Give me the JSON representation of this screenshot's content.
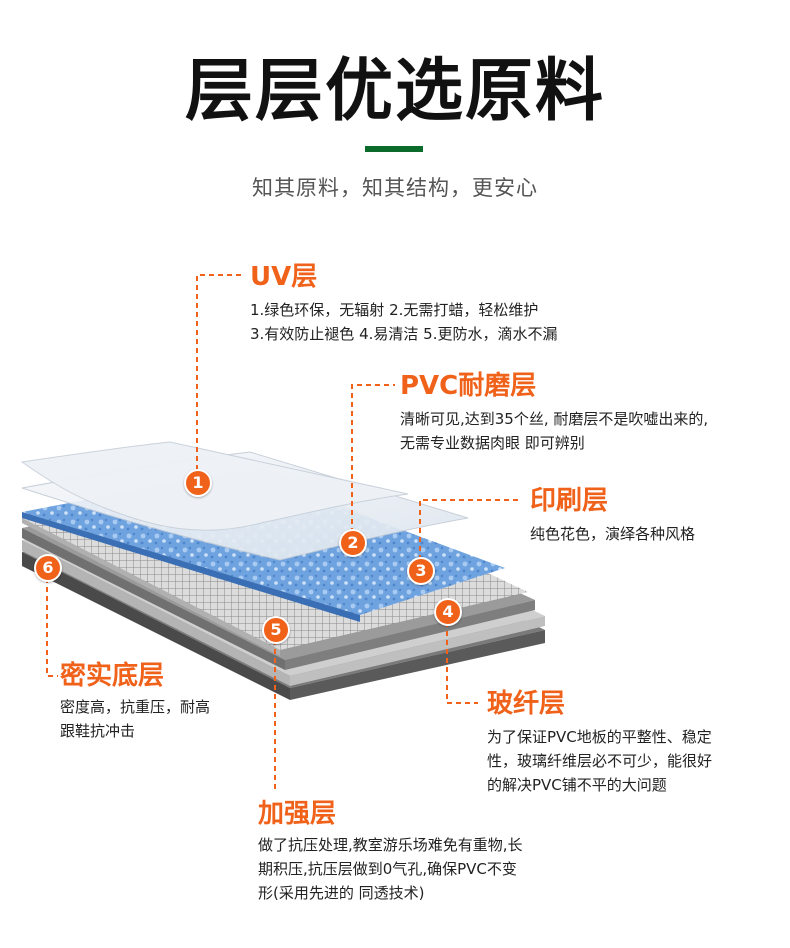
{
  "header": {
    "title": "层层优选原料",
    "subtitle": "知其原料，知其结构，更安心"
  },
  "colors": {
    "accent": "#f0621a",
    "bar": "#0a6b2a"
  },
  "layers": [
    {
      "number": "1",
      "name": "UV层",
      "desc": [
        "1.绿色环保，无辐射 2.无需打蜡，轻松维护",
        "3.有效防止褪色 4.易清洁 5.更防水，滴水不漏"
      ]
    },
    {
      "number": "2",
      "name": "PVC耐磨层",
      "desc": [
        "清晰可见,达到35个丝, 耐磨层不是吹嘘出来的,",
        "无需专业数据肉眼 即可辨别"
      ]
    },
    {
      "number": "3",
      "name": "印刷层",
      "desc": [
        "纯色花色，演绎各种风格"
      ]
    },
    {
      "number": "4",
      "name": "玻纤层",
      "desc": [
        "为了保证PVC地板的平整性、稳定",
        "性，玻璃纤维层必不可少，能很好",
        "的解决PVC铺不平的大问题"
      ]
    },
    {
      "number": "5",
      "name": "加强层",
      "desc": [
        "做了抗压处理,教室游乐场难免有重物,长",
        "期积压,抗压层做到0气孔,确保PVC不变",
        "形(采用先进的 同透技术)"
      ]
    },
    {
      "number": "6",
      "name": "密实底层",
      "desc": [
        "密度高，抗重压，耐高",
        "跟鞋抗冲击"
      ]
    }
  ]
}
